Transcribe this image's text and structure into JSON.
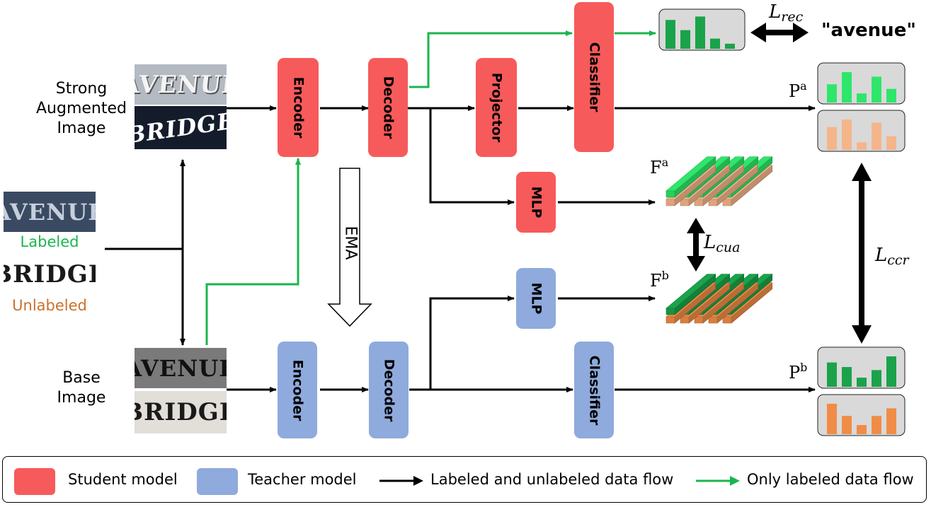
{
  "inputs": {
    "strong_label": [
      "Strong",
      "Augmented",
      "Image"
    ],
    "base_label": [
      "Base",
      "Image"
    ],
    "labeled": "Labeled",
    "unlabeled": "Unlabeled",
    "word_avenue": "AVENUE",
    "word_bridge": "BRIDGE"
  },
  "blocks": {
    "encoder": "Encoder",
    "decoder": "Decoder",
    "projector": "Projector",
    "classifier": "Classifier",
    "mlp": "MLP"
  },
  "ema": "EMA",
  "target_text": "\"avenue\"",
  "math": {
    "rec": "rec",
    "cua": "cua",
    "ccr": "ccr",
    "pa_sup": "a",
    "pb_sup": "b",
    "fa_sup": "a",
    "fb_sup": "b"
  },
  "legend": {
    "student": "Student model",
    "teacher": "Teacher model",
    "all_flow": "Labeled and unlabeled data flow",
    "labeled_flow": "Only labeled data flow"
  },
  "colors": {
    "student": "#f75a5a",
    "teacher": "#8faadc",
    "labeled_arrow": "#1ab64b",
    "labeled_text": "#1ab64b",
    "unlabeled_text": "#c8712d",
    "bar_bright_green": "#2ee66a",
    "bar_dark_green": "#1aa34a",
    "bar_light_orange": "#f5b58a",
    "bar_orange": "#f08c46"
  },
  "bars": {
    "rec": [
      0.85,
      0.55,
      0.95,
      0.3,
      0.15
    ],
    "pa": [
      0.6,
      1.0,
      0.3,
      0.85,
      0.45
    ],
    "pa_unl": [
      0.75,
      1.0,
      0.25,
      0.9,
      0.45
    ],
    "pb": [
      0.8,
      0.65,
      0.3,
      0.55,
      1.0
    ],
    "pb_unl": [
      1.0,
      0.6,
      0.3,
      0.6,
      0.85
    ]
  }
}
